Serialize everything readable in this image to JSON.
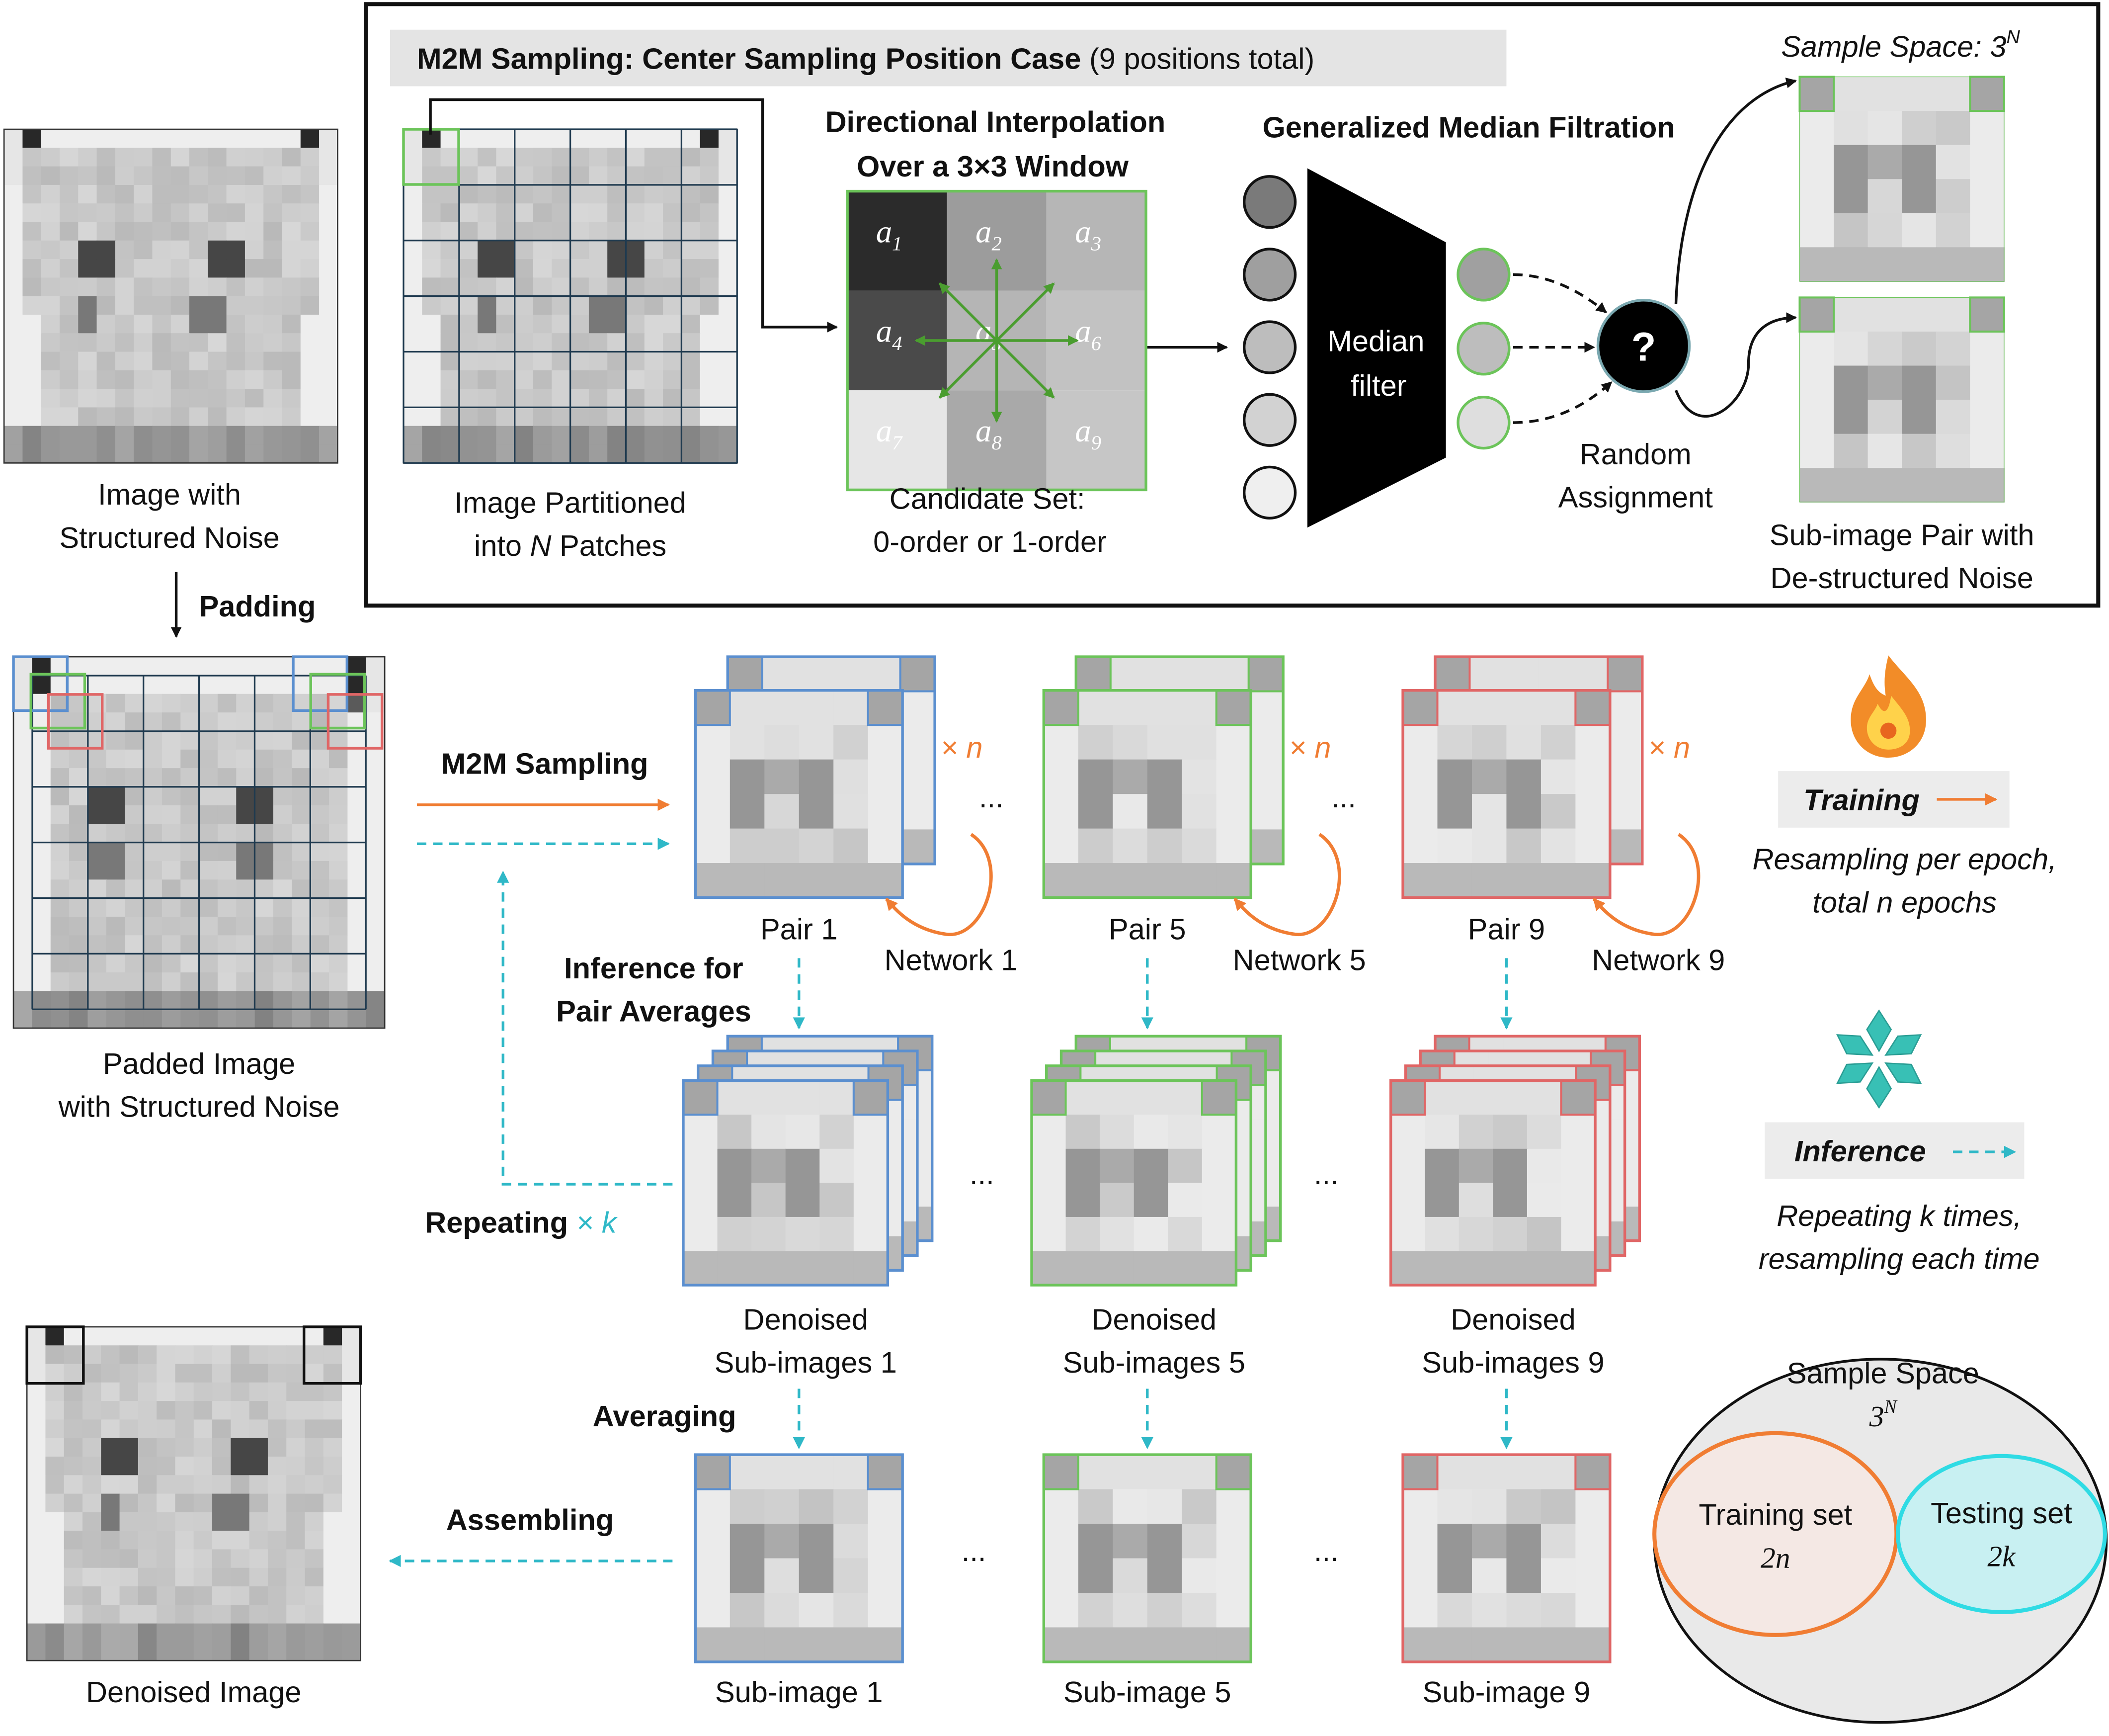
{
  "top_panel": {
    "title_bold": "M2M Sampling: Center Sampling Position Case",
    "title_rest": "(9 positions total)"
  },
  "left": {
    "noisy_label": [
      "Image with",
      "Structured Noise"
    ],
    "padding_label": "Padding",
    "padded_label": [
      "Padded Image",
      "with Structured Noise"
    ],
    "denoised_label": "Denoised Image"
  },
  "partition": {
    "label_line1": "Image Partitioned",
    "label_line2_pre": "into",
    "label_line2_var": "N",
    "label_line2_post": "Patches"
  },
  "window": {
    "title": [
      "Directional Interpolation",
      "Over a 3×3 Window"
    ],
    "cells": [
      {
        "base": "a",
        "sub": "1"
      },
      {
        "base": "a",
        "sub": "2"
      },
      {
        "base": "a",
        "sub": "3"
      },
      {
        "base": "a",
        "sub": "4"
      },
      {
        "base": "a",
        "sub": "5"
      },
      {
        "base": "a",
        "sub": "6"
      },
      {
        "base": "a",
        "sub": "7"
      },
      {
        "base": "a",
        "sub": "8"
      },
      {
        "base": "a",
        "sub": "9"
      }
    ],
    "cell_colors": [
      "#2b2b2b",
      "#9c9c9c",
      "#b6b6b6",
      "#4a4a4a",
      "#b5b5b5",
      "#c2c2c2",
      "#e6e6e6",
      "#a9a9a9",
      "#c6c6c6"
    ],
    "caption": [
      "Candidate Set:",
      "0-order or 1-order"
    ]
  },
  "median": {
    "title": "Generalized Median Filtration",
    "filter_label": [
      "Median",
      "filter"
    ],
    "input_colors": [
      "#7a7a7a",
      "#9f9f9f",
      "#bdbdbd",
      "#d2d2d2",
      "#efefef"
    ],
    "output_colors": [
      "#a0a0a0",
      "#bdbdbd",
      "#dedede"
    ],
    "question_mark": "?",
    "random_label": [
      "Random",
      "Assignment"
    ]
  },
  "sample_space_top": {
    "label": "Sample Space: 3",
    "sup": "N",
    "pair_caption": [
      "Sub-image Pair with",
      "De-structured Noise"
    ]
  },
  "flow": {
    "m2m_label": "M2M Sampling",
    "inference_label": [
      "Inference for",
      "Pair Averages"
    ],
    "repeating_label": "Repeating",
    "repeating_suffix": "× k",
    "averaging_label": "Averaging",
    "assembling_label": "Assembling",
    "times_n": "× n",
    "ellipsis": "..."
  },
  "columns": [
    {
      "pair": "Pair 1",
      "network": "Network 1",
      "denoised": [
        "Denoised",
        "Sub-images 1"
      ],
      "sub": "Sub-image 1",
      "color": "#5b8fcf"
    },
    {
      "pair": "Pair 5",
      "network": "Network 5",
      "denoised": [
        "Denoised",
        "Sub-images 5"
      ],
      "sub": "Sub-image 5",
      "color": "#6cc45a"
    },
    {
      "pair": "Pair 9",
      "network": "Network 9",
      "denoised": [
        "Denoised",
        "Sub-images 9"
      ],
      "sub": "Sub-image 9",
      "color": "#e06666"
    }
  ],
  "legend": {
    "training_label": "Training",
    "training_desc": [
      "Resampling per epoch,",
      "total n epochs"
    ],
    "inference_label": "Inference",
    "inference_desc": [
      "Repeating k times,",
      "resampling each time"
    ]
  },
  "venn": {
    "title": "Sample Space",
    "title_sup": "3",
    "title_sup_exp": "N",
    "training_set": "Training set",
    "training_size": "2n",
    "testing_set": "Testing set",
    "testing_size": "2k"
  },
  "colors": {
    "orange": "#f07d33",
    "cyan": "#2fb8c7",
    "blue": "#5b8fcf",
    "green": "#6cc45a",
    "red": "#e06666",
    "arrow_green": "#4a9d2f"
  }
}
